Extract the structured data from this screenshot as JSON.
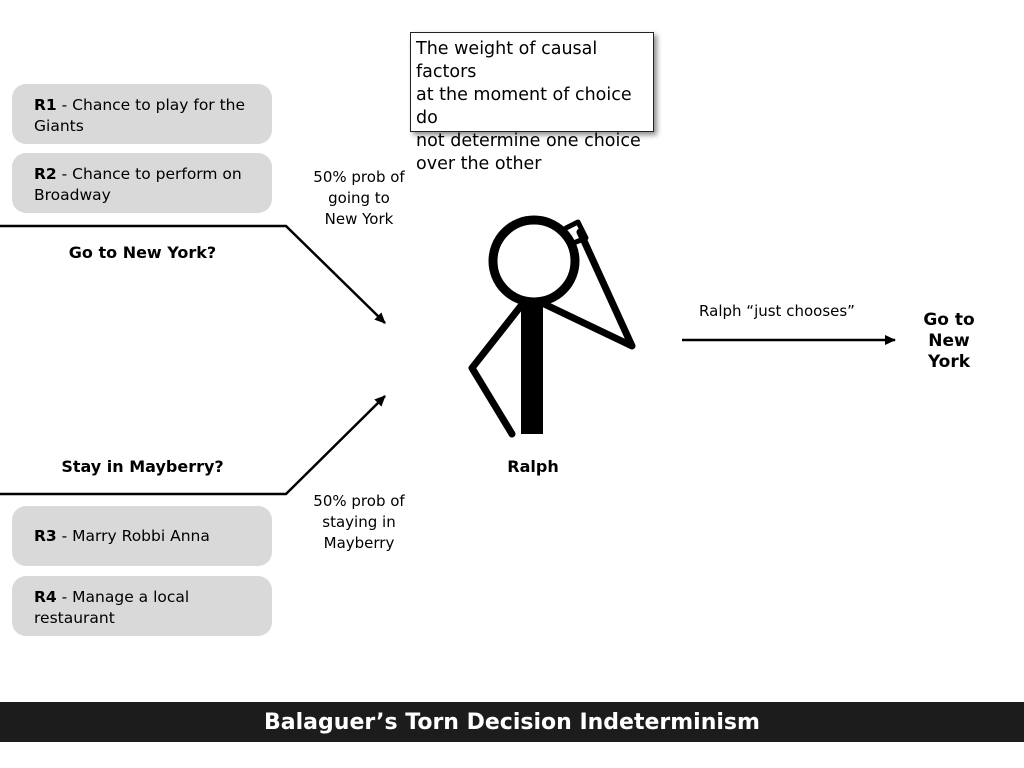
{
  "callout": {
    "lines": [
      "The weight of causal factors",
      "at the moment of choice do",
      "not determine one choice",
      "over the other"
    ]
  },
  "reasons": [
    {
      "code": "R1",
      "text": " - Chance to play for the",
      "text2": "Giants"
    },
    {
      "code": "R2",
      "text": " - Chance to perform on",
      "text2": "Broadway"
    },
    {
      "code": "R3",
      "text": " - Marry Robbi Anna",
      "text2": ""
    },
    {
      "code": "R4",
      "text": " - Manage a local",
      "text2": "restaurant"
    }
  ],
  "options": {
    "go": "Go to New York?",
    "stay": "Stay in Mayberry?"
  },
  "probabilities": {
    "go": [
      "50% prob of",
      "going to",
      "New York"
    ],
    "stay": [
      "50% prob of",
      "staying in",
      "Mayberry"
    ]
  },
  "agent_name": "Ralph",
  "choice_label": "Ralph “just chooses”",
  "result": [
    "Go to",
    "New",
    "York"
  ],
  "footer_title": "Balaguer’s Torn Decision Indeterminism"
}
